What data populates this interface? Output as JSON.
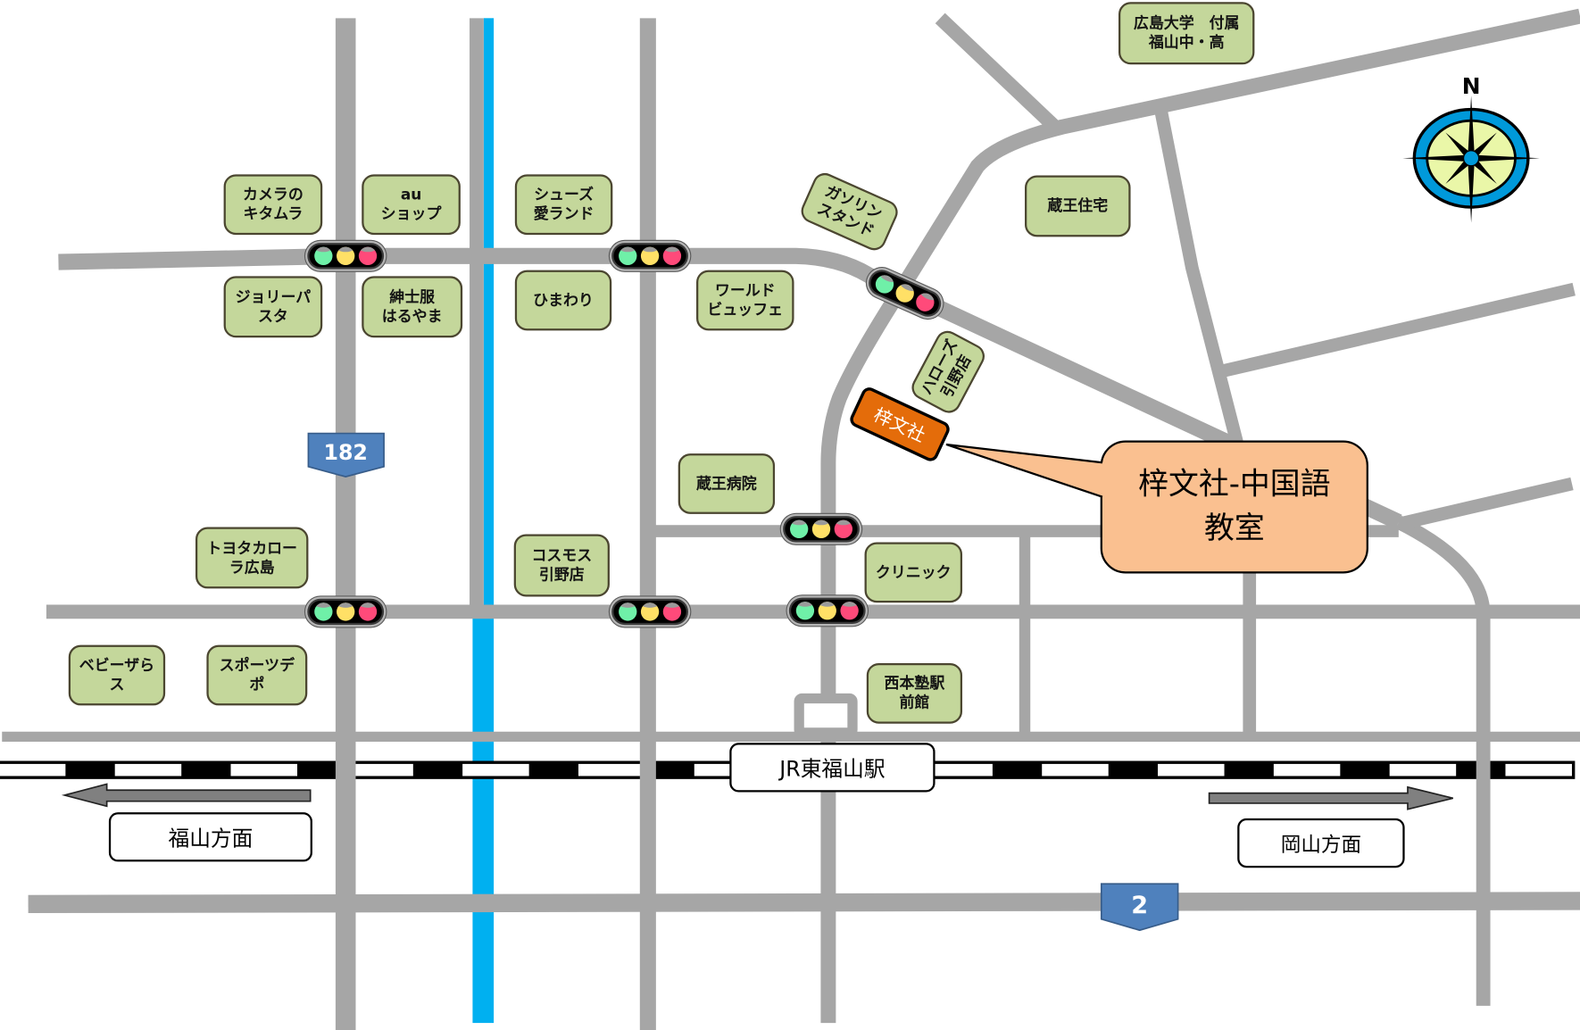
{
  "map": {
    "landmarks": {
      "camera_kitamura": {
        "lines": [
          "カメラの",
          "キタムラ"
        ]
      },
      "au_shop": {
        "lines": [
          "au",
          "ショップ"
        ]
      },
      "jolly_pasta": {
        "lines": [
          "ジョリーパ",
          "スタ"
        ]
      },
      "haruyama": {
        "lines": [
          "紳士服",
          "はるやま"
        ]
      },
      "shoes_airland": {
        "lines": [
          "シューズ",
          "愛ランド"
        ]
      },
      "himawari": {
        "lines": [
          "ひまわり"
        ]
      },
      "world_buffet": {
        "lines": [
          "ワールド",
          "ビュッフェ"
        ]
      },
      "gas_station": {
        "lines": [
          "ガソリン",
          "スタンド"
        ]
      },
      "zao_jutaku": {
        "lines": [
          "蔵王住宅"
        ]
      },
      "hiroshima_univ": {
        "lines": [
          "広島大学　付属",
          "福山中・高"
        ]
      },
      "halows": {
        "lines": [
          "ハローズ",
          "引野店"
        ]
      },
      "zao_hospital": {
        "lines": [
          "蔵王病院"
        ]
      },
      "cosmos": {
        "lines": [
          "コスモス",
          "引野店"
        ]
      },
      "toyota_corolla": {
        "lines": [
          "トヨタカロー",
          "ラ広島"
        ]
      },
      "clinic": {
        "lines": [
          "クリニック"
        ]
      },
      "nishimoto_juku": {
        "lines": [
          "西本塾駅",
          "前館"
        ]
      },
      "babies_r_us": {
        "lines": [
          "ベビーザら",
          "ス"
        ]
      },
      "sports_depot": {
        "lines": [
          "スポーツデ",
          "ポ"
        ]
      }
    },
    "destination": {
      "marker_label": "梓文社",
      "callout_lines": [
        "梓文社-中国語",
        "教室"
      ]
    },
    "station": {
      "label": "JR東福山駅"
    },
    "directions": {
      "west": {
        "label": "福山方面",
        "icon": "left-arrow-icon"
      },
      "east": {
        "label": "岡山方面",
        "icon": "right-arrow-icon"
      }
    },
    "route_shields": [
      {
        "number": "182"
      },
      {
        "number": "2"
      }
    ],
    "compass": {
      "north_label": "N",
      "icon": "compass-rose-icon"
    },
    "traffic_lights": {
      "count": 7,
      "lamps": [
        "green",
        "yellow",
        "red"
      ],
      "icon": "traffic-light-icon"
    },
    "colors": {
      "road": "#a6a6a6",
      "river": "#00b0f0",
      "landmark_fill": "#c4d79b",
      "landmark_border": "#4b4630",
      "destination_marker": "#e46c0a",
      "callout_fill": "#fac090",
      "route_shield": "#4f81bd",
      "lamp_green": "#6ff0a8",
      "lamp_yellow": "#ffe066",
      "lamp_red": "#ff4a7a",
      "compass_ring": "#0099da",
      "compass_face": "#eaf7a8"
    }
  }
}
